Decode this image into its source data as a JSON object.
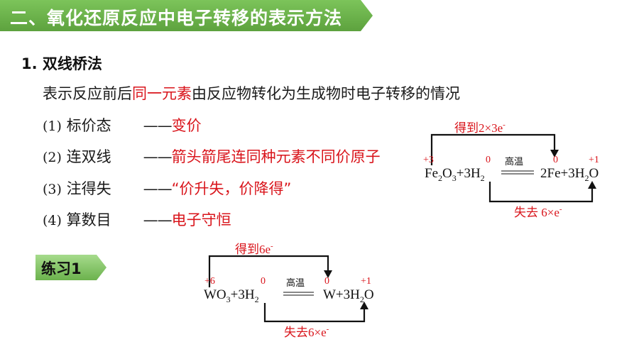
{
  "header": {
    "title": "二、氧化还原反应中电子转移的表示方法"
  },
  "section": {
    "title": "1. 双线桥法"
  },
  "intro": {
    "before": "表示反应前后",
    "highlight": "同一元素",
    "after": "由反应物转化为生成物时电子转移的情况"
  },
  "steps": [
    {
      "num": "(1)",
      "label": "标价态",
      "dash": "——",
      "note": "变价"
    },
    {
      "num": "(2)",
      "label": "连双线",
      "dash": "——",
      "note": "箭头箭尾连同种元素不同价原子"
    },
    {
      "num": "(3)",
      "label": "注得失",
      "dash": "——",
      "note": "“价升失，价降得”"
    },
    {
      "num": "(4)",
      "label": "算数目",
      "dash": "——",
      "note": "电子守恒"
    }
  ],
  "example": {
    "gain": "得到2×3e",
    "gain_sup": "-",
    "lose": "失去 6×e",
    "lose_sup": "-",
    "ox": [
      "+3",
      "0",
      "0",
      "+1"
    ],
    "condition": "高温",
    "eq": {
      "fe": "Fe",
      "s2a": "2",
      "o": "O",
      "s3": "3",
      "plus_3h": "+3H",
      "s2b": "2",
      "rhs_2fe": "2Fe+3H",
      "s2c": "2",
      "rhs_o": "O"
    }
  },
  "practice": {
    "label": "练习1",
    "gain": "得到6e",
    "gain_sup": "-",
    "lose": "失去6×e",
    "lose_sup": "-",
    "ox": [
      "+6",
      "0",
      "0",
      "+1"
    ],
    "condition": "高温",
    "eq": {
      "wo": "WO",
      "s3": "3",
      "plus_3h": "+3H",
      "s2a": "2",
      "rhs": "W+3H",
      "s2b": "2",
      "rhs_o": "O"
    }
  },
  "colors": {
    "banner": "#6ab04c",
    "accent_red": "#d9141b",
    "practice_fill": "#7fc464"
  }
}
